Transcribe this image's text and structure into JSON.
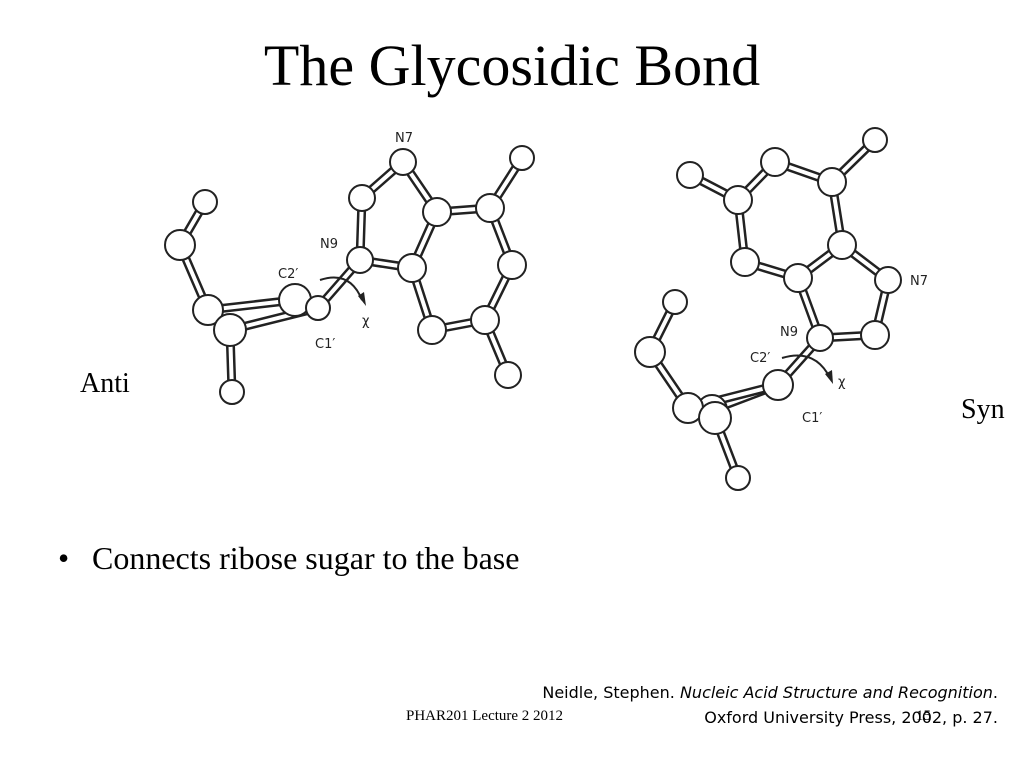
{
  "slide": {
    "title": "The Glycosidic Bond",
    "anti_label": "Anti",
    "syn_label": "Syn",
    "bullets": [
      "Connects ribose sugar to the base"
    ],
    "citation": {
      "line1_prefix": "Neidle, Stephen. ",
      "line1_title": "Nucleic Acid Structure and Recognition",
      "line1_suffix": ".",
      "line2": "Oxford University Press, 2002, p. 27."
    },
    "footer_left": "PHAR201 Lecture 2 2012",
    "page_number": "15"
  },
  "anti_molecule": {
    "labels": {
      "n7": "N7",
      "n9": "N9",
      "c2": "C2′",
      "c1": "C1′",
      "chi": "χ"
    }
  },
  "syn_molecule": {
    "labels": {
      "n7": "N7",
      "n9": "N9",
      "c2": "C2′",
      "c1": "C1′",
      "chi": "χ"
    }
  }
}
